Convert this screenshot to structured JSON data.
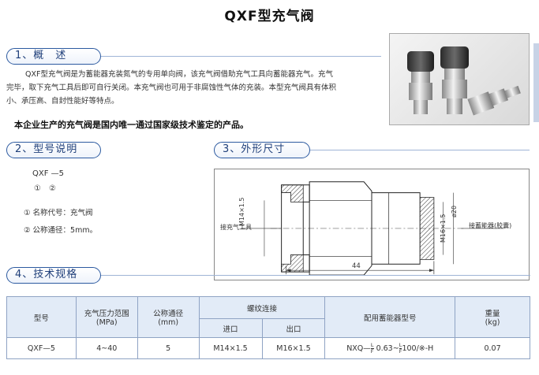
{
  "title": "QXF型充气阀",
  "sections": {
    "overview": "1、概　述",
    "model": "2、型号说明",
    "dimensions": "3、外形尺寸",
    "specs": "4、技术规格"
  },
  "overview": {
    "para_lines": [
      "QXF型充气阀是为蓄能器充装氮气的专用单向阀，该充气阀借助充气工具向蓄能器充气。充气",
      "完毕，取下充气工具后即可自行关闭。本充气阀也可用于非腐蚀性气体的充装。本型充气阀具有体积",
      "小、承压高、自封性能好等特点。"
    ],
    "bold_line": "本企业生产的充气阀是国内唯一通过国家级技术鉴定的产品。"
  },
  "model": {
    "code": "QXF —5",
    "markers": "①　②",
    "items": [
      "① 名称代号：充气阀",
      "② 公称通径：5mm。"
    ]
  },
  "drawing": {
    "left_label": "接充气工具",
    "right_label": "接蓄能器(胶囊)",
    "thread_in": "M14×1.5",
    "thread_out": "M16×1.5",
    "diameter": "ø20",
    "length": "44"
  },
  "table": {
    "headers": {
      "model": "型号",
      "pressure": "充气压力范围",
      "pressure_unit": "(MPa)",
      "bore": "公称通径",
      "bore_unit": "(mm)",
      "thread": "螺纹连接",
      "inlet": "进口",
      "outlet": "出口",
      "accumulator": "配用蓄能器型号",
      "weight": "重量",
      "weight_unit": "(kg)"
    },
    "row": {
      "model": "QXF—5",
      "pressure": "4~40",
      "bore": "5",
      "inlet": "M14×1.5",
      "outlet": "M16×1.5",
      "acc_prefix": "NXQ—",
      "acc_frac_top": "L",
      "acc_frac_bot": "F",
      "acc_mid": "0.63~",
      "acc_suffix": "100/※-H",
      "weight": "0.07"
    }
  },
  "colors": {
    "accent": "#2c5aa0",
    "table_header": "#e2ebf7"
  }
}
